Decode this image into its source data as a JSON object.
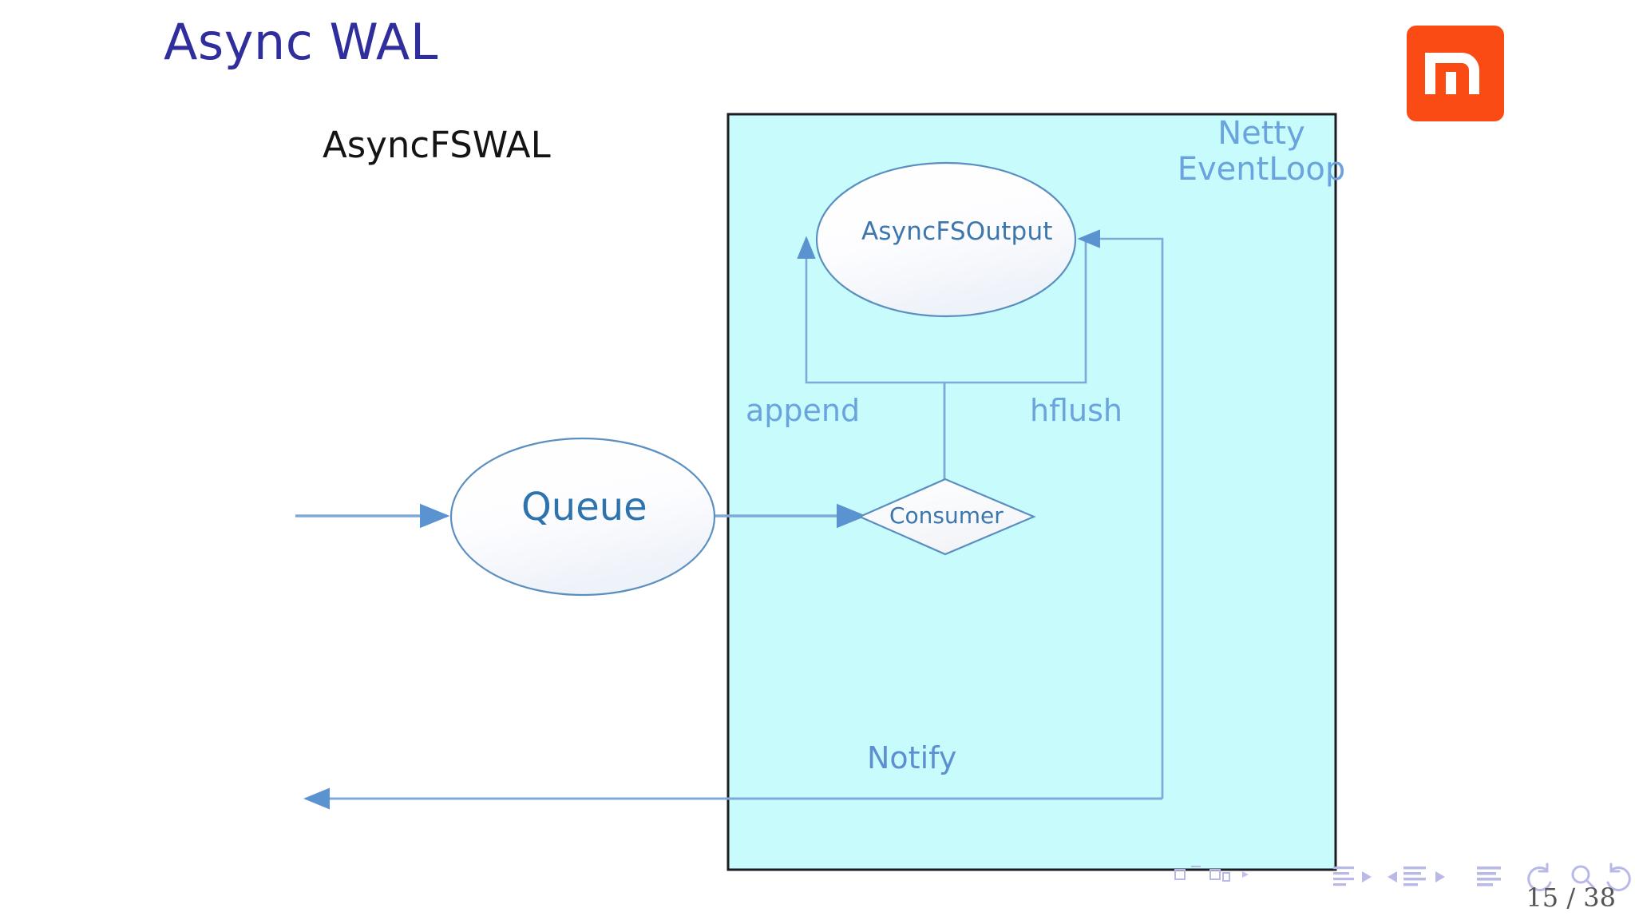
{
  "slide": {
    "title": "Async WAL",
    "title_color": "#302e9c",
    "background": "#ffffff"
  },
  "logo": {
    "name": "mi-logo",
    "text": "mi",
    "background_color": "#fa4b15",
    "glyph_color": "#ffffff"
  },
  "diagram": {
    "container": {
      "label": "Netty EventLoop",
      "label_line1": "Netty",
      "label_line2": "EventLoop",
      "fill_color": "#c8fbfb",
      "border_color": "#1c1c22",
      "label_color": "#6ba3de"
    },
    "outer_label": "AsyncFSWAL",
    "nodes": [
      {
        "id": "asyncfsoutput",
        "shape": "ellipse",
        "label": "AsyncFSOutput",
        "text_color": "#3b76ad",
        "stroke": "#5b8fc0",
        "fill": "#fdfdff"
      },
      {
        "id": "queue",
        "shape": "ellipse",
        "label": "Queue",
        "text_color": "#2d73ad",
        "stroke": "#5b8fc0",
        "fill": "#fdfdff"
      },
      {
        "id": "consumer",
        "shape": "diamond",
        "label": "Consumer",
        "text_color": "#3b76ad",
        "stroke": "#5b8fc0",
        "fill": "#fafafc"
      }
    ],
    "edge_labels": [
      {
        "id": "append",
        "label": "append",
        "color": "#6ba3de"
      },
      {
        "id": "hflush",
        "label": "hflush",
        "color": "#6ba3de"
      },
      {
        "id": "notify",
        "label": "Notify",
        "color": "#5e8fd0"
      }
    ],
    "arrow_color": "#7fa9d8",
    "connector_color": "#7fa9d8"
  },
  "navigation": {
    "page_current": "15",
    "page_separator": "/",
    "page_total": "38",
    "page_label": "15 / 38",
    "icon_color": "#b9b9e8",
    "icons": [
      "beamer-slide-icon",
      "beamer-frame-prev-icon",
      "beamer-frame-icon",
      "beamer-frame-next-icon",
      "beamer-subsection-prev-icon",
      "beamer-subsection-icon",
      "beamer-subsection-next-icon",
      "beamer-section-prev-icon",
      "beamer-section-icon",
      "beamer-section-next-icon",
      "beamer-doc-icon",
      "beamer-back-icon",
      "beamer-search-icon",
      "beamer-forward-icon"
    ]
  }
}
